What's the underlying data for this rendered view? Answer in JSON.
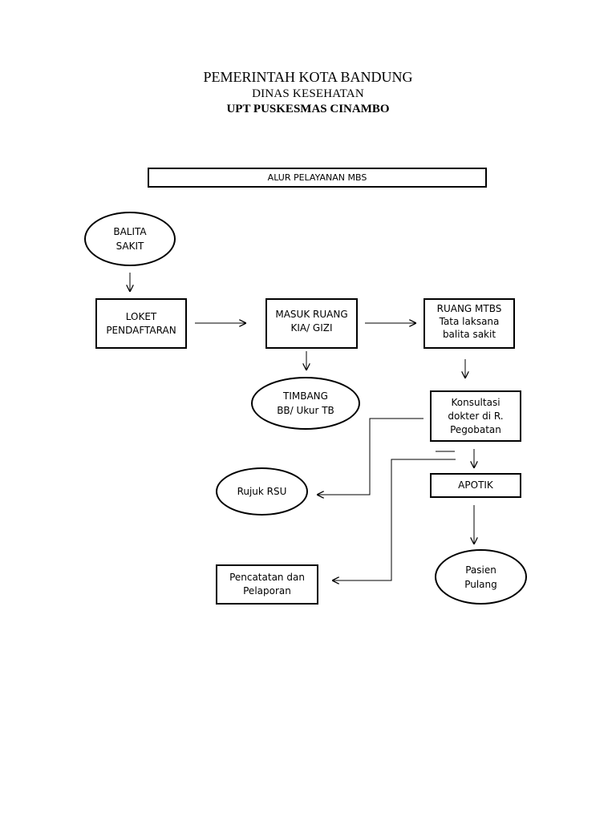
{
  "header": {
    "line1": "PEMERINTAH KOTA BANDUNG",
    "line2": "DINAS KESEHATAN",
    "line3": "UPT PUSKESMAS CINAMBO"
  },
  "diagram": {
    "title": "ALUR PELAYANAN MBS",
    "nodes": {
      "balita_sakit": [
        "BALITA",
        "SAKIT"
      ],
      "loket": [
        "LOKET",
        "PENDAFTARAN"
      ],
      "masuk_ruang": [
        "MASUK RUANG",
        "KIA/ GIZI"
      ],
      "ruang_mtbs": [
        "RUANG MTBS",
        "Tata laksana",
        "balita sakit"
      ],
      "timbang": [
        "TIMBANG",
        "BB/ Ukur TB"
      ],
      "konsultasi": [
        "Konsultasi",
        "dokter di R.",
        "Pegobatan"
      ],
      "rujuk": [
        "Rujuk RSU"
      ],
      "apotik": [
        "APOTIK"
      ],
      "pencatatan": [
        "Pencatatan dan",
        "Pelaporan"
      ],
      "pasien": [
        "Pasien",
        "Pulang"
      ]
    }
  }
}
